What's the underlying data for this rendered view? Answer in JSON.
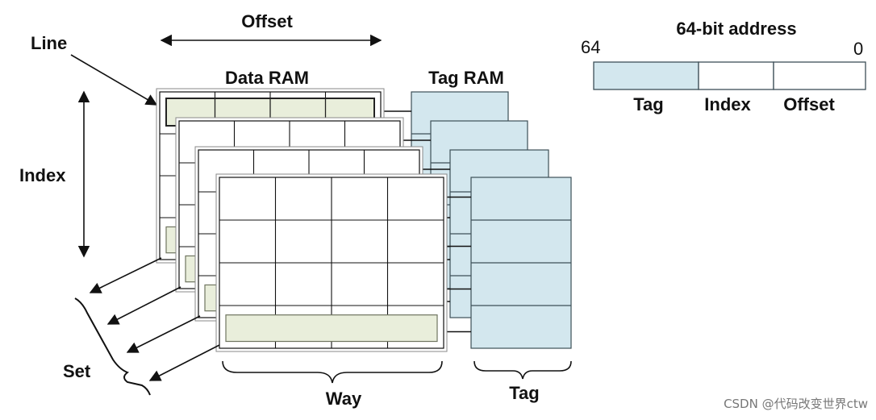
{
  "labels": {
    "offset": "Offset",
    "line": "Line",
    "data_ram": "Data RAM",
    "tag_ram": "Tag RAM",
    "index": "Index",
    "set": "Set",
    "way": "Way",
    "tag": "Tag"
  },
  "address": {
    "title": "64-bit address",
    "msb": "64",
    "lsb": "0",
    "fields": [
      "Tag",
      "Index",
      "Offset"
    ]
  },
  "watermark": "CSDN @代码改变世界ctw",
  "colors": {
    "line_fill": "#e9eedb",
    "line_stroke": "#6f7560",
    "tag_fill": "#d3e7ee",
    "tag_stroke": "#3d4f57",
    "grid_stroke": "#111111",
    "frame_stroke": "#8a8a8a"
  }
}
